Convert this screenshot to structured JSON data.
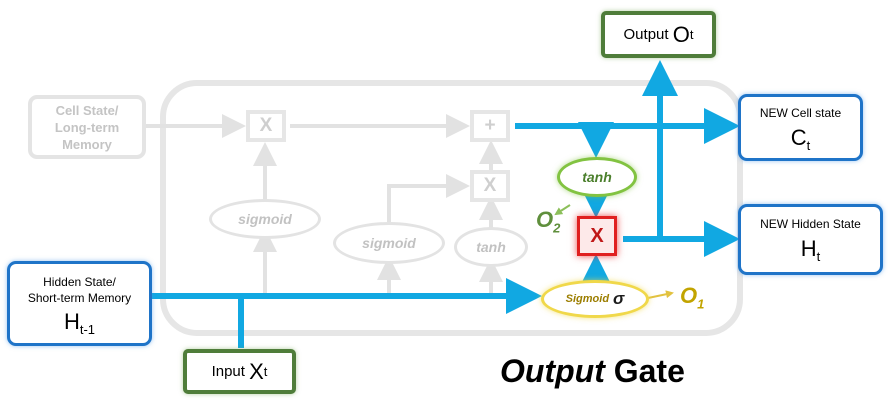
{
  "title": {
    "emph": "Output",
    "rest": "Gate"
  },
  "inputs": {
    "cell_state_line1": "Cell State/",
    "cell_state_line2": "Long-term",
    "cell_state_line3": "Memory",
    "hidden_state_line1": "Hidden State/",
    "hidden_state_line2": "Short-term Memory",
    "hidden_state_symbol": "H",
    "hidden_state_sub": "t-1",
    "input_label": "Input",
    "input_symbol": "X",
    "input_sub": "t"
  },
  "outputs": {
    "output_label": "Output",
    "output_symbol": "O",
    "output_sub": "t",
    "cell_label": "NEW Cell state",
    "cell_symbol": "C",
    "cell_sub": "t",
    "hidden_label": "NEW Hidden State",
    "hidden_symbol": "H",
    "hidden_sub": "t"
  },
  "faded_ops": {
    "forget_mult": "X",
    "add": "+",
    "input_mult": "X"
  },
  "faded_gates": {
    "forget_sigmoid": "sigmoid",
    "input_sigmoid": "sigmoid",
    "input_tanh": "tanh"
  },
  "active": {
    "tanh": "tanh",
    "sigmoid": "Sigmoid",
    "sigma": "σ",
    "mult": "X",
    "o1": "O",
    "o1_sub": "1",
    "o2": "O",
    "o2_sub": "2"
  },
  "colors": {
    "flow_blue": "#11a8e2",
    "faded_gray": "#e4e4e4",
    "box_blue": "#1f74c8",
    "box_green": "#4f7d3a",
    "tanh_green": "#82c341",
    "sigmoid_yellow": "#f0d84a",
    "mult_red": "#e02020",
    "o1_color": "#c2a400",
    "o2_color": "#5f8f3c"
  }
}
